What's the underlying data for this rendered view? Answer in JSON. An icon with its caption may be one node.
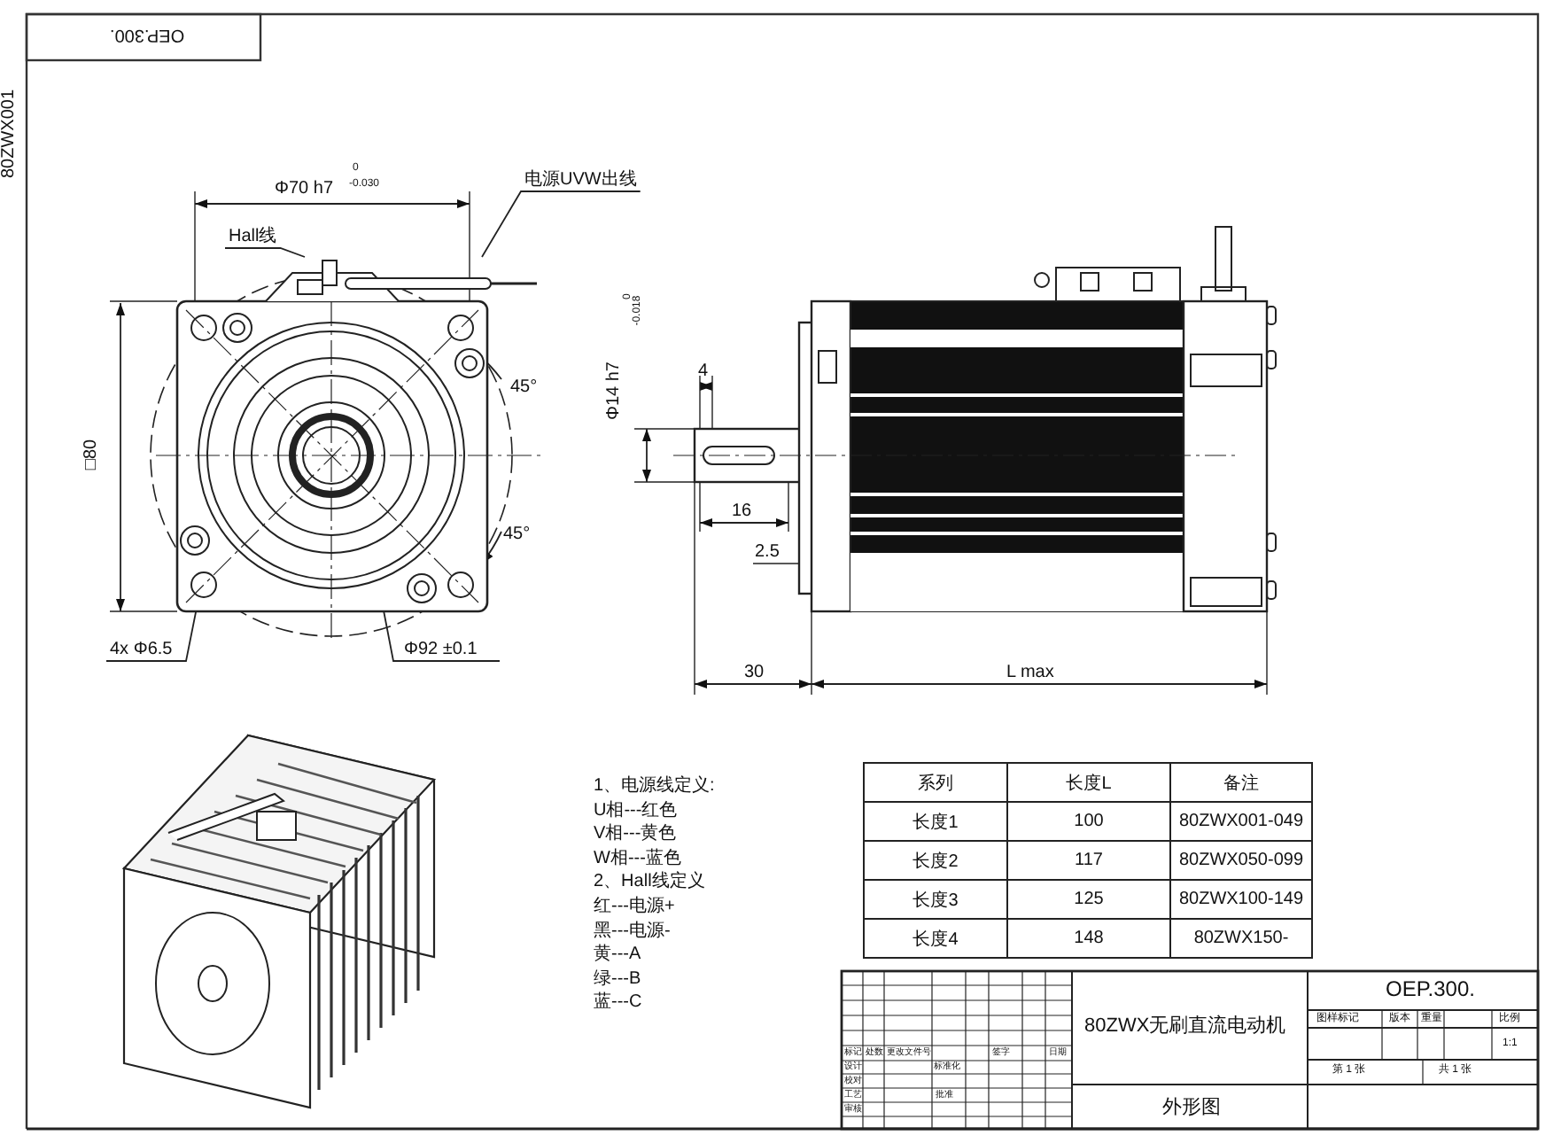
{
  "diagram": {
    "nodes": [
      {
        "text": [],
        "shape": "picture"
      },
      {
        "text": [
          "Hall线"
        ]
      },
      {
        "text": [
          "电源UVW出线"
        ]
      }
    ],
    "edges": [
      {
        "from": 1,
        "to": 0,
        "arrow": "none"
      },
      {
        "from": 2,
        "to": 0,
        "arrow": "none"
      }
    ],
    "labels": [
      "OEP.300.",
      "80ZWX001",
      "Φ70 h7",
      "0",
      "-0.030",
      "□80",
      "45°",
      "45°",
      "4x Φ6.5",
      "Φ92 ±0.1",
      "Φ14 h7",
      "0",
      "-0.018",
      "4",
      "16",
      "2.5",
      "30",
      "L max",
      "1、电源线定义:",
      "U相---红色",
      "V相---黄色",
      "W相---蓝色",
      "2、Hall线定义",
      "红---电源+",
      "黑---电源-",
      "黄---A",
      "绿---B",
      "蓝---C",
      "系列",
      "长度L",
      "备注",
      "长度1",
      "100",
      "80ZWX001-049",
      "长度2",
      "117",
      "80ZWX050-099",
      "长度3",
      "125",
      "80ZWX100-149",
      "长度4",
      "148",
      "80ZWX150-",
      "80ZWX无刷直流电动机",
      "OEP.300.",
      "标记",
      "处数",
      "更改文件号",
      "签字",
      "日期",
      "设计",
      "标准化",
      "校对",
      "工艺",
      "批准",
      "审核",
      "图样标记",
      "版本",
      "重量",
      "比例",
      "1:1",
      "第 1 张",
      "共 1 张",
      "外形图"
    ]
  }
}
